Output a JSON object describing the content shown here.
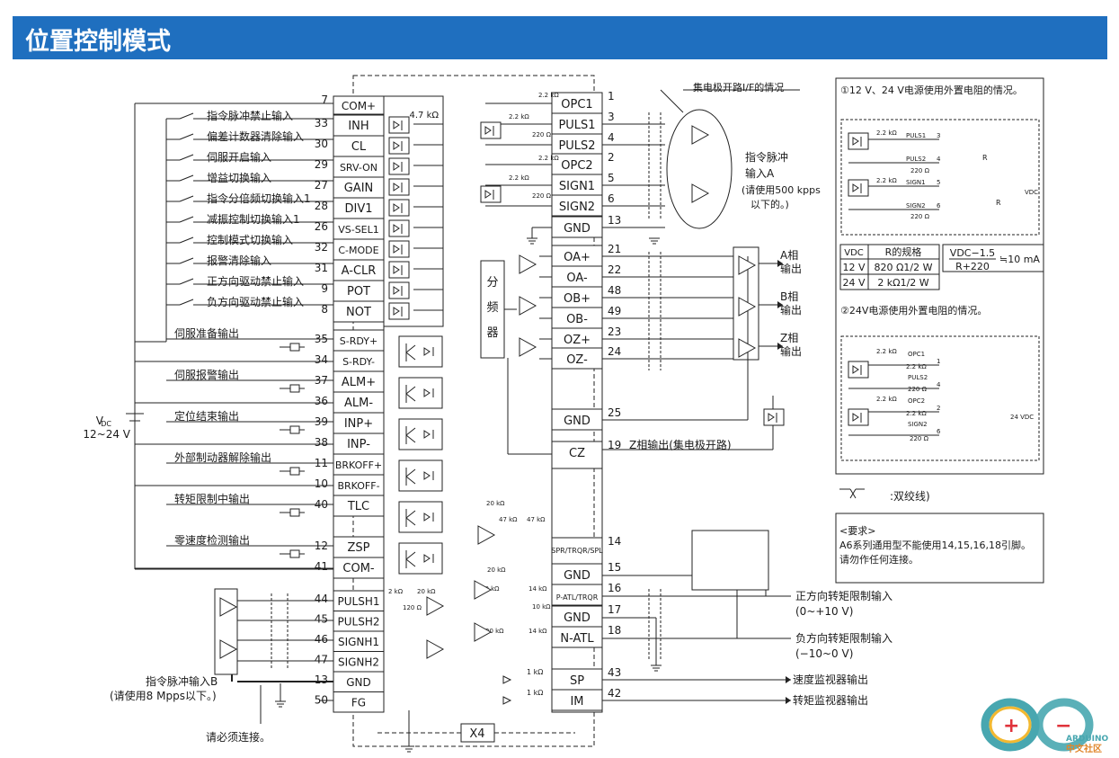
{
  "header": {
    "title": "位置控制模式"
  },
  "left_inputs": [
    {
      "label": "指令脉冲禁止输入",
      "pin": "33",
      "signal": "INH"
    },
    {
      "label": "偏差计数器清除输入",
      "pin": "30",
      "signal": "CL"
    },
    {
      "label": "伺服开启输入",
      "pin": "29",
      "signal": "SRV-ON"
    },
    {
      "label": "增益切换输入",
      "pin": "27",
      "signal": "GAIN"
    },
    {
      "label": "指令分倍频切换输入1",
      "pin": "28",
      "signal": "DIV1"
    },
    {
      "label": "减振控制切换输入1",
      "pin": "26",
      "signal": "VS-SEL1"
    },
    {
      "label": "控制模式切换输入",
      "pin": "32",
      "signal": "C-MODE"
    },
    {
      "label": "报警清除输入",
      "pin": "31",
      "signal": "A-CLR"
    },
    {
      "label": "正方向驱动禁止输入",
      "pin": "9",
      "signal": "POT"
    },
    {
      "label": "负方向驱动禁止输入",
      "pin": "8",
      "signal": "NOT"
    }
  ],
  "com_plus": {
    "pin": "7",
    "signal": "COM+"
  },
  "resistor_4k7": "4.7 kΩ",
  "left_outputs": [
    {
      "label": "伺服准备输出",
      "pin_a": "35",
      "sig_a": "S-RDY+",
      "pin_b": "34",
      "sig_b": "S-RDY-"
    },
    {
      "label": "伺服报警输出",
      "pin_a": "37",
      "sig_a": "ALM+",
      "pin_b": "36",
      "sig_b": "ALM-"
    },
    {
      "label": "定位结束输出",
      "pin_a": "39",
      "sig_a": "INP+",
      "pin_b": "38",
      "sig_b": "INP-"
    },
    {
      "label": "外部制动器解除输出",
      "pin_a": "11",
      "sig_a": "BRKOFF+",
      "pin_b": "10",
      "sig_b": "BRKOFF-"
    },
    {
      "label": "转矩限制中输出",
      "pin_a": "40",
      "sig_a": "TLC",
      "pin_b": "",
      "sig_b": ""
    },
    {
      "label": "零速度检测输出",
      "pin_a": "12",
      "sig_a": "ZSP",
      "pin_b": "41",
      "sig_b": "COM-"
    }
  ],
  "vdc": {
    "line1": "V",
    "sub": "DC",
    "line2": "12~24 V"
  },
  "pulse_b": [
    {
      "pin": "44",
      "signal": "PULSH1"
    },
    {
      "pin": "45",
      "signal": "PULSH2"
    },
    {
      "pin": "46",
      "signal": "SIGNH1"
    },
    {
      "pin": "47",
      "signal": "SIGNH2"
    },
    {
      "pin": "13",
      "signal": "GND"
    },
    {
      "pin": "50",
      "signal": "FG"
    }
  ],
  "pulse_b_label": {
    "line1": "指令脉冲输入B",
    "line2": "(请使用8 Mpps以下。)"
  },
  "must_connect": "请必须连接。",
  "connector": "X4",
  "right_pins": [
    {
      "pin": "1",
      "signal": "OPC1"
    },
    {
      "pin": "3",
      "signal": "PULS1"
    },
    {
      "pin": "4",
      "signal": "PULS2"
    },
    {
      "pin": "2",
      "signal": "OPC2"
    },
    {
      "pin": "5",
      "signal": "SIGN1"
    },
    {
      "pin": "6",
      "signal": "SIGN2"
    },
    {
      "pin": "13",
      "signal": "GND"
    },
    {
      "pin": "21",
      "signal": "OA+"
    },
    {
      "pin": "22",
      "signal": "OA-"
    },
    {
      "pin": "48",
      "signal": "OB+"
    },
    {
      "pin": "49",
      "signal": "OB-"
    },
    {
      "pin": "23",
      "signal": "OZ+"
    },
    {
      "pin": "24",
      "signal": "OZ-"
    },
    {
      "pin": "25",
      "signal": "GND"
    },
    {
      "pin": "19",
      "signal": "CZ"
    },
    {
      "pin": "14",
      "signal": "SPR/TRQR/SPL"
    },
    {
      "pin": "15",
      "signal": "GND"
    },
    {
      "pin": "16",
      "signal": "P-ATL/TRQR"
    },
    {
      "pin": "17",
      "signal": "GND"
    },
    {
      "pin": "18",
      "signal": "N-ATL"
    },
    {
      "pin": "43",
      "signal": "SP"
    },
    {
      "pin": "42",
      "signal": "IM"
    }
  ],
  "open_collector_note": "集电极开路I/F的情况",
  "pulse_a_label": {
    "l1": "指令脉冲",
    "l2": "输入A",
    "l3": "(请使用500 kpps",
    "l4": "以下的。)"
  },
  "divider": [
    "分",
    "频",
    "器"
  ],
  "phase_outputs": [
    {
      "l1": "A相",
      "l2": "输出"
    },
    {
      "l1": "B相",
      "l2": "输出"
    },
    {
      "l1": "Z相",
      "l2": "输出"
    }
  ],
  "z_open": "Z相输出(集电极开路)",
  "torque_limit": [
    {
      "l1": "正方向转矩限制输入",
      "l2": "(0~+10 V)"
    },
    {
      "l1": "负方向转矩限制输入",
      "l2": "(−10~0 V)"
    }
  ],
  "monitor": [
    "速度监视器输出",
    "转矩监视器输出"
  ],
  "small_res": [
    "2.2 kΩ",
    "220 Ω",
    "20 kΩ",
    "47 kΩ",
    "10 kΩ",
    "14 kΩ",
    "1 kΩ",
    "120 Ω"
  ],
  "panel1": {
    "title": "①12 V、24 V电源使用外置电阻的情况。",
    "pins": [
      "PULS1",
      "PULS2",
      "SIGN1",
      "SIGN2"
    ],
    "nums": [
      "3",
      "4",
      "5",
      "6"
    ],
    "R": "R",
    "vdc": "VDC",
    "table": {
      "h1": "VDC",
      "h2": "R的规格",
      "rows": [
        [
          "12 V",
          "820 Ω1/2 W"
        ],
        [
          "24 V",
          "2 kΩ1/2 W"
        ]
      ]
    },
    "formula": {
      "num": "VDC−1.5",
      "den": "R+220",
      "res": "≒10 mA"
    }
  },
  "panel2": {
    "title": "②24V电源使用外置电阻的情况。",
    "pins": [
      "OPC1",
      "PULS2",
      "OPC2",
      "SIGN2"
    ],
    "nums": [
      "1",
      "4",
      "2",
      "6"
    ],
    "vdc": "24 VDC"
  },
  "twisted_note": ":双绞线)",
  "requirement": {
    "title": "<要求>",
    "l1": "A6系列通用型不能使用14,15,16,18引脚。",
    "l2": "请勿作任何连接。"
  },
  "logo": {
    "text": "中文社区",
    "brand": "ARDUINO"
  }
}
